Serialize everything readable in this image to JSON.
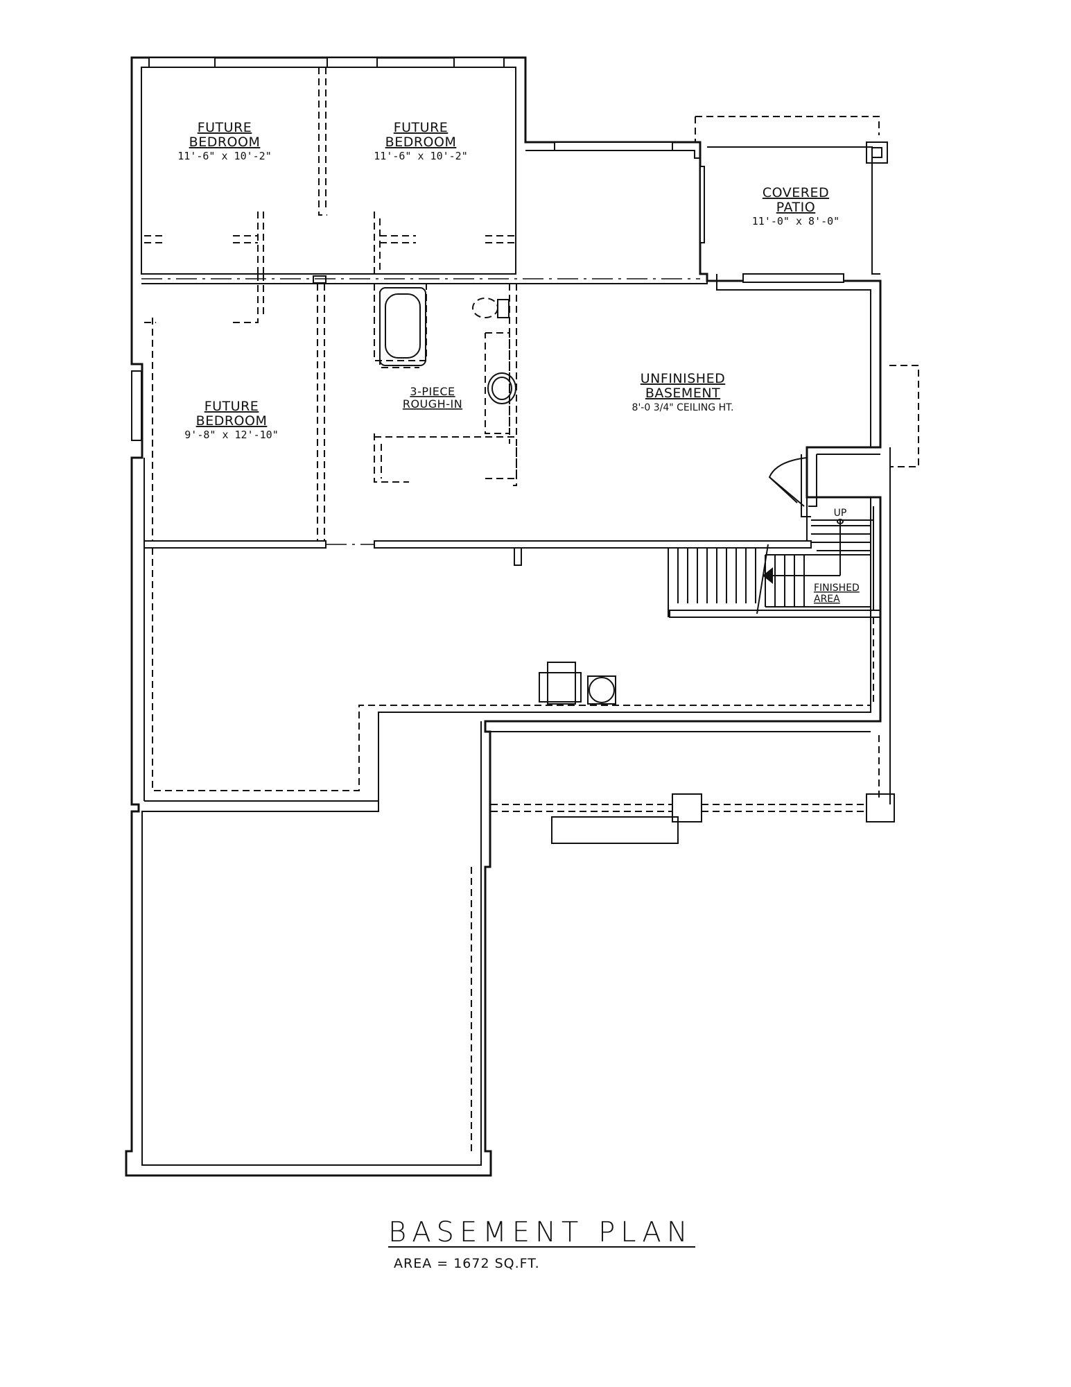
{
  "plan": {
    "title": "BASEMENT PLAN",
    "area": "AREA = 1672 SQ.FT."
  },
  "rooms": {
    "bedroom_1": {
      "name_line1": "FUTURE",
      "name_line2": "BEDROOM",
      "dims": "11'-6\" x 10'-2\""
    },
    "bedroom_2": {
      "name_line1": "FUTURE",
      "name_line2": "BEDROOM",
      "dims": "11'-6\" x 10'-2\""
    },
    "bedroom_3": {
      "name_line1": "FUTURE",
      "name_line2": "BEDROOM",
      "dims": "9'-8\" x 12'-10\""
    },
    "patio": {
      "name_line1": "COVERED",
      "name_line2": "PATIO",
      "dims": "11'-0\" x 8'-0\""
    },
    "bath": {
      "name_line1": "3-PIECE",
      "name_line2": "ROUGH-IN"
    },
    "basement": {
      "name_line1": "UNFINISHED",
      "name_line2": "BASEMENT",
      "note": "8'-0 3/4\" CEILING HT."
    },
    "stairs": {
      "direction": "UP",
      "finished_line1": "FINISHED",
      "finished_line2": "AREA"
    }
  }
}
